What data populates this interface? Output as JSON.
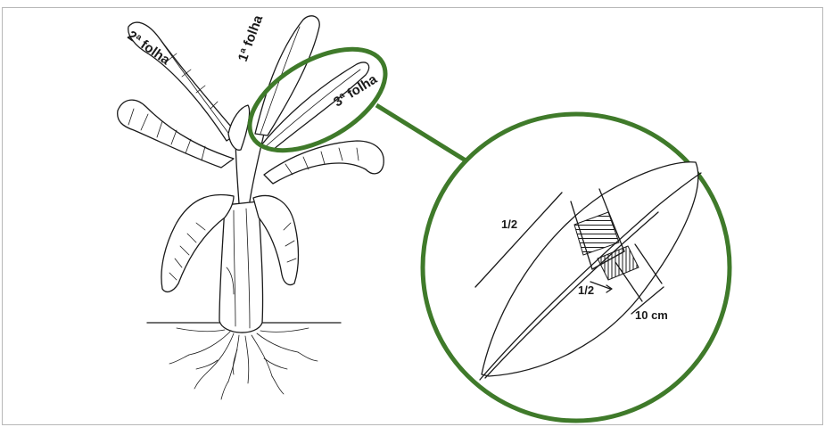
{
  "labels": {
    "leaf_2": "2ª folha",
    "leaf_1": "1ª folha",
    "leaf_3": "3ª folha",
    "half_outer": "1/2",
    "half_inner": "1/2",
    "width_10cm": "10 cm"
  },
  "colors": {
    "highlight": "#3f7a2a",
    "ink": "#1a1a1a",
    "frame": "#b8b8b8"
  }
}
